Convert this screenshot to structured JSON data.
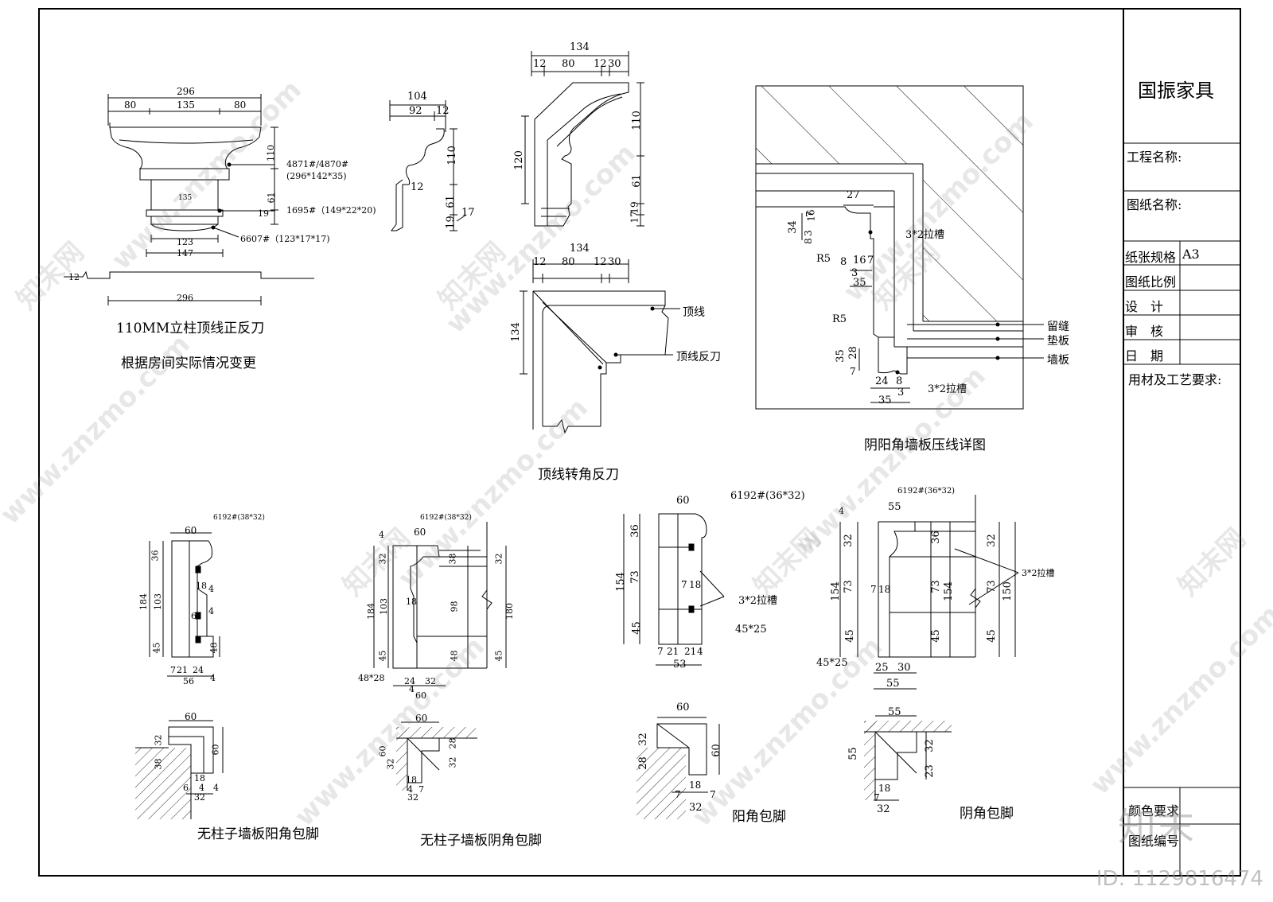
{
  "title_block": {
    "company": "国振家具",
    "project_name_label": "工程名称:",
    "drawing_name_label": "图纸名称:",
    "paper_size_label": "纸张规格",
    "paper_size_value": "A3",
    "scale_label": "图纸比例",
    "design_label": "设　计",
    "review_label": "审　核",
    "date_label": "日　期",
    "materials_label": "用材及工艺要求:",
    "color_label": "颜色要求",
    "drawing_no_label": "图纸编号"
  },
  "captions": {
    "column_top": "110MM立柱顶线正反刀",
    "column_note": "根据房间实际情况变更",
    "crown_corner": "顶线转角反刀",
    "panel_detail": "阴阳角墙板压线详图",
    "no_col_outer": "无柱子墙板阳角包脚",
    "no_col_inner": "无柱子墙板阴角包脚",
    "outer_base": "阳角包脚",
    "inner_base": "阴角包脚"
  },
  "column_top_dims": {
    "total": "296",
    "left": "80",
    "mid": "135",
    "right": "80",
    "h110": "110",
    "h61": "61",
    "h19": "19",
    "inner135": "135",
    "w123": "123",
    "w147": "147",
    "bottom296": "296",
    "step12": "12",
    "part1": "4871#/4870#",
    "part1_size": "(296*142*35)",
    "part2": "1695#（149*22*20)",
    "part3": "6607#（123*17*17)"
  },
  "profile_dims": {
    "w104": "104",
    "w92": "92",
    "w12": "12",
    "h110": "110",
    "h61": "61",
    "h19": "19",
    "h17": "17",
    "in12": "12"
  },
  "crown_dims": {
    "total": "134",
    "a": "12",
    "b": "80",
    "c": "12",
    "d": "30",
    "h110": "110",
    "h120": "120",
    "h61": "61",
    "h17": "17",
    "h19": "19",
    "corner_total": "134",
    "corner_a": "12",
    "corner_b": "80",
    "corner_c": "12",
    "corner_d": "30",
    "corner_h": "134",
    "label_crown": "顶线",
    "label_crown_rev": "顶线反刀"
  },
  "panel_dims": {
    "d27": "27",
    "d34": "34",
    "d16": "16",
    "d7": "7",
    "d3a": "3",
    "d8": "8",
    "r5a": "R5",
    "r5b": "R5",
    "d8b": "8",
    "d16b": "16",
    "d7b": "7",
    "d3b": "3",
    "d35a": "35",
    "d35b": "35",
    "d28": "28",
    "d7c": "7",
    "d24": "24",
    "d8c": "8",
    "d3c": "3",
    "d35c": "35",
    "groove1": "3*2拉槽",
    "groove2": "3*2拉槽",
    "label_gap": "留缝",
    "label_pad": "垫板",
    "label_wall": "墙板"
  },
  "base_details": {
    "b1": {
      "part": "6192#(38*32)",
      "w60": "60",
      "h36": "36",
      "h103": "103",
      "h184": "184",
      "h45": "45",
      "h48": "48",
      "d18": "18",
      "d6": "6",
      "d4a": "4",
      "d4b": "4",
      "w7": "7",
      "w21": "21",
      "w24": "24",
      "w4": "4",
      "w56": "56"
    },
    "b2": {
      "part": "6192#(38*32)",
      "w60": "60",
      "h4": "4",
      "h32": "32",
      "h38": "38",
      "h184": "184",
      "h103": "103",
      "h98": "98",
      "h180": "180",
      "h45": "45",
      "h48": "48",
      "h32b": "32",
      "h45b": "45",
      "d18": "18",
      "w24": "24",
      "w32": "32",
      "w4": "4",
      "w60b": "60",
      "sq": "48*28"
    },
    "b3": {
      "part": "6192#(36*32)",
      "w60": "60",
      "h36": "36",
      "h73": "73",
      "h154": "154",
      "h45": "45",
      "d7": "7",
      "d18": "18",
      "w7a": "7",
      "w21a": "21",
      "w21b": "21",
      "w4": "4",
      "w53": "53",
      "groove": "3*2拉槽",
      "sq": "45*25"
    },
    "b4": {
      "part": "6192#(36*32)",
      "w55": "55",
      "h4": "4",
      "h32": "32",
      "h36": "36",
      "h154a": "154",
      "h73a": "73",
      "h45a": "45",
      "h73b": "73",
      "h154b": "154",
      "h45b": "45",
      "h32b": "32",
      "h73c": "73",
      "h150": "150",
      "h45c": "45",
      "d7": "7",
      "d18": "18",
      "w25": "25",
      "w30": "30",
      "w55b": "55",
      "groove": "3*2拉槽",
      "sq": "45*25"
    }
  },
  "corner_details": {
    "c1": {
      "w60": "60",
      "h32": "32",
      "h38": "38",
      "h60": "60",
      "d18": "18",
      "d6": "6",
      "d4a": "4",
      "d4b": "4",
      "w32": "32"
    },
    "c2": {
      "w60": "60",
      "h60": "60",
      "h32": "32",
      "h28": "28",
      "h32b": "32",
      "d18": "18",
      "d4": "4",
      "d7": "7",
      "w32": "32"
    },
    "c3": {
      "w60": "60",
      "h32": "32",
      "h28": "28",
      "h60": "60",
      "d18": "18",
      "d7a": "7",
      "d7b": "7",
      "w32": "32"
    },
    "c4": {
      "w55": "55",
      "h55": "55",
      "h32": "32",
      "h23": "23",
      "d18": "18",
      "d7": "7",
      "w32": "32"
    }
  },
  "watermark": {
    "text": "www.znzmo.com",
    "brand": "知末网",
    "logo": "知末",
    "id": "ID: 1129816474"
  }
}
